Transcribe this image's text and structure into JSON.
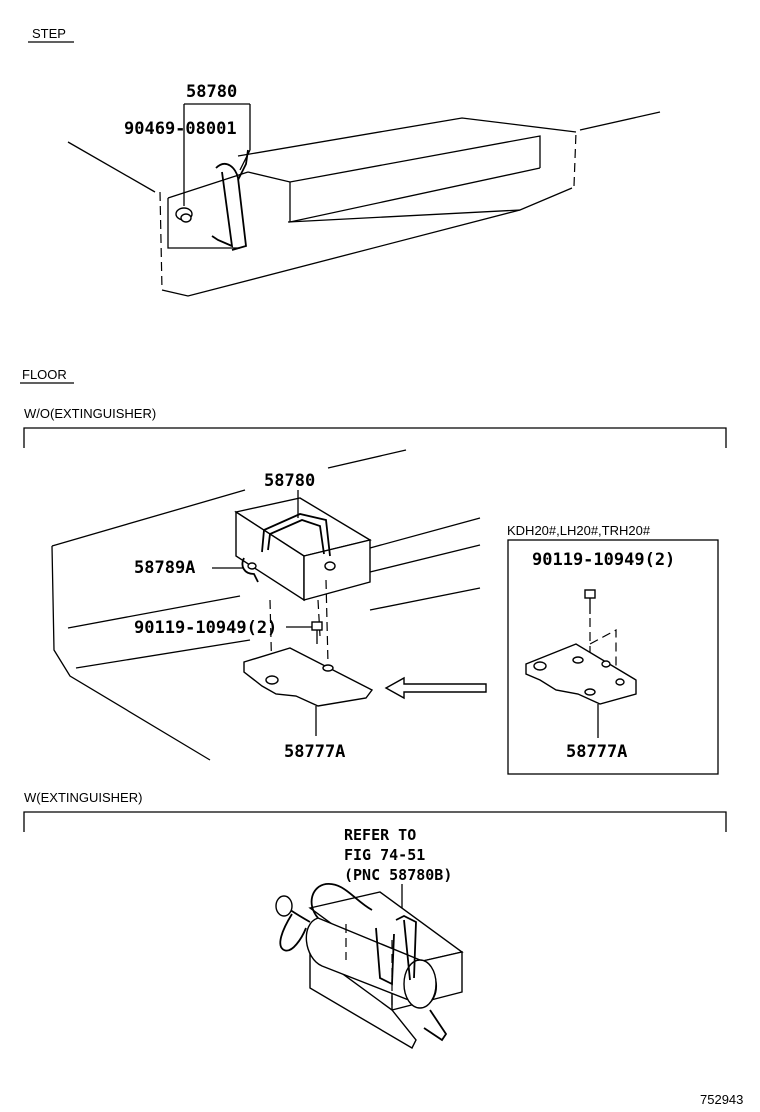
{
  "sections": {
    "step": "STEP",
    "floor": "FLOOR",
    "wo_extinguisher": "W/O(EXTINGUISHER)",
    "w_extinguisher": "W(EXTINGUISHER)"
  },
  "step_parts": {
    "bracket": "58780",
    "clip": "90469-08001"
  },
  "floor_parts": {
    "bracket": "58780",
    "clamp": "58789A",
    "bolt": "90119-10949(2)",
    "plate": "58777A"
  },
  "variant": {
    "models": "KDH20#,LH20#,TRH20#",
    "bolt": "90119-10949(2)",
    "plate": "58777A"
  },
  "refer": {
    "line1": "REFER TO",
    "line2": "FIG 74-51",
    "line3": "(PNC 58780B)"
  },
  "figure_id": "752943"
}
